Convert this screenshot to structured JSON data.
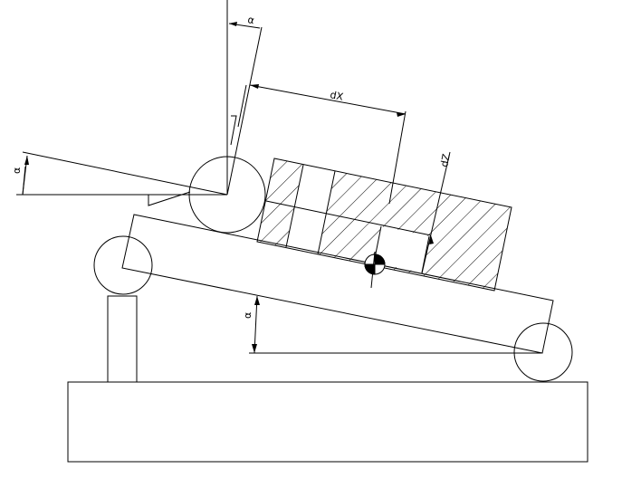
{
  "diagram": {
    "labels": {
      "alpha_top": "α",
      "alpha_left": "α",
      "alpha_middle": "α",
      "dx": "dX",
      "dz": "dZ"
    },
    "colors": {
      "line": "#000000",
      "background": "#ffffff"
    }
  }
}
